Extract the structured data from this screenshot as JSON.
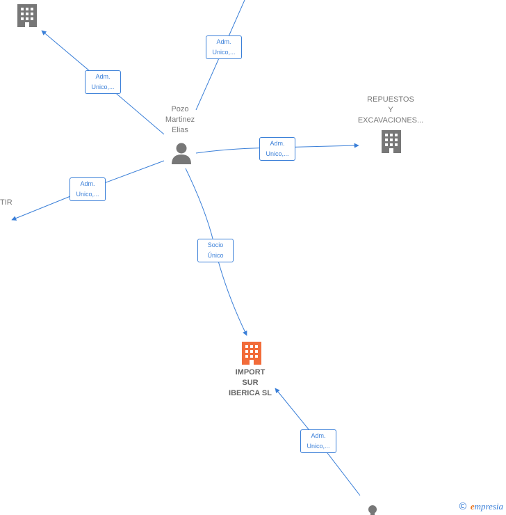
{
  "person": {
    "name_lines": [
      "Pozo",
      "Martinez",
      "Elias"
    ],
    "icon": "person-icon",
    "color": "#777777"
  },
  "focus_company": {
    "name_lines": [
      "IMPORT",
      "SUR",
      "IBERICA  SL"
    ],
    "icon": "building-icon",
    "color": "#f26c3a"
  },
  "companies": {
    "repuestos": {
      "name_lines": [
        "REPUESTOS",
        "Y",
        "EXCAVACIONES..."
      ],
      "icon": "building-icon"
    },
    "top_left": {
      "icon": "building-icon"
    },
    "left_partial": {
      "label": "TIR"
    }
  },
  "edges": [
    {
      "id": "top",
      "lines": [
        "Adm.",
        "Unico,..."
      ]
    },
    {
      "id": "top-left",
      "lines": [
        "Adm.",
        "Unico,..."
      ]
    },
    {
      "id": "repuestos",
      "lines": [
        "Adm.",
        "Unico,..."
      ]
    },
    {
      "id": "left",
      "lines": [
        "Adm.",
        "Unico,..."
      ]
    },
    {
      "id": "socio",
      "lines": [
        "Socio",
        "Único"
      ]
    },
    {
      "id": "bottom",
      "lines": [
        "Adm.",
        "Unico,..."
      ]
    }
  ],
  "colors": {
    "edge": "#3a7fd8",
    "node": "#777777",
    "focus": "#f26c3a",
    "brand": "#e8731c"
  },
  "watermark": {
    "symbol": "©",
    "brand_initial": "e",
    "brand_rest": "mpresia"
  }
}
